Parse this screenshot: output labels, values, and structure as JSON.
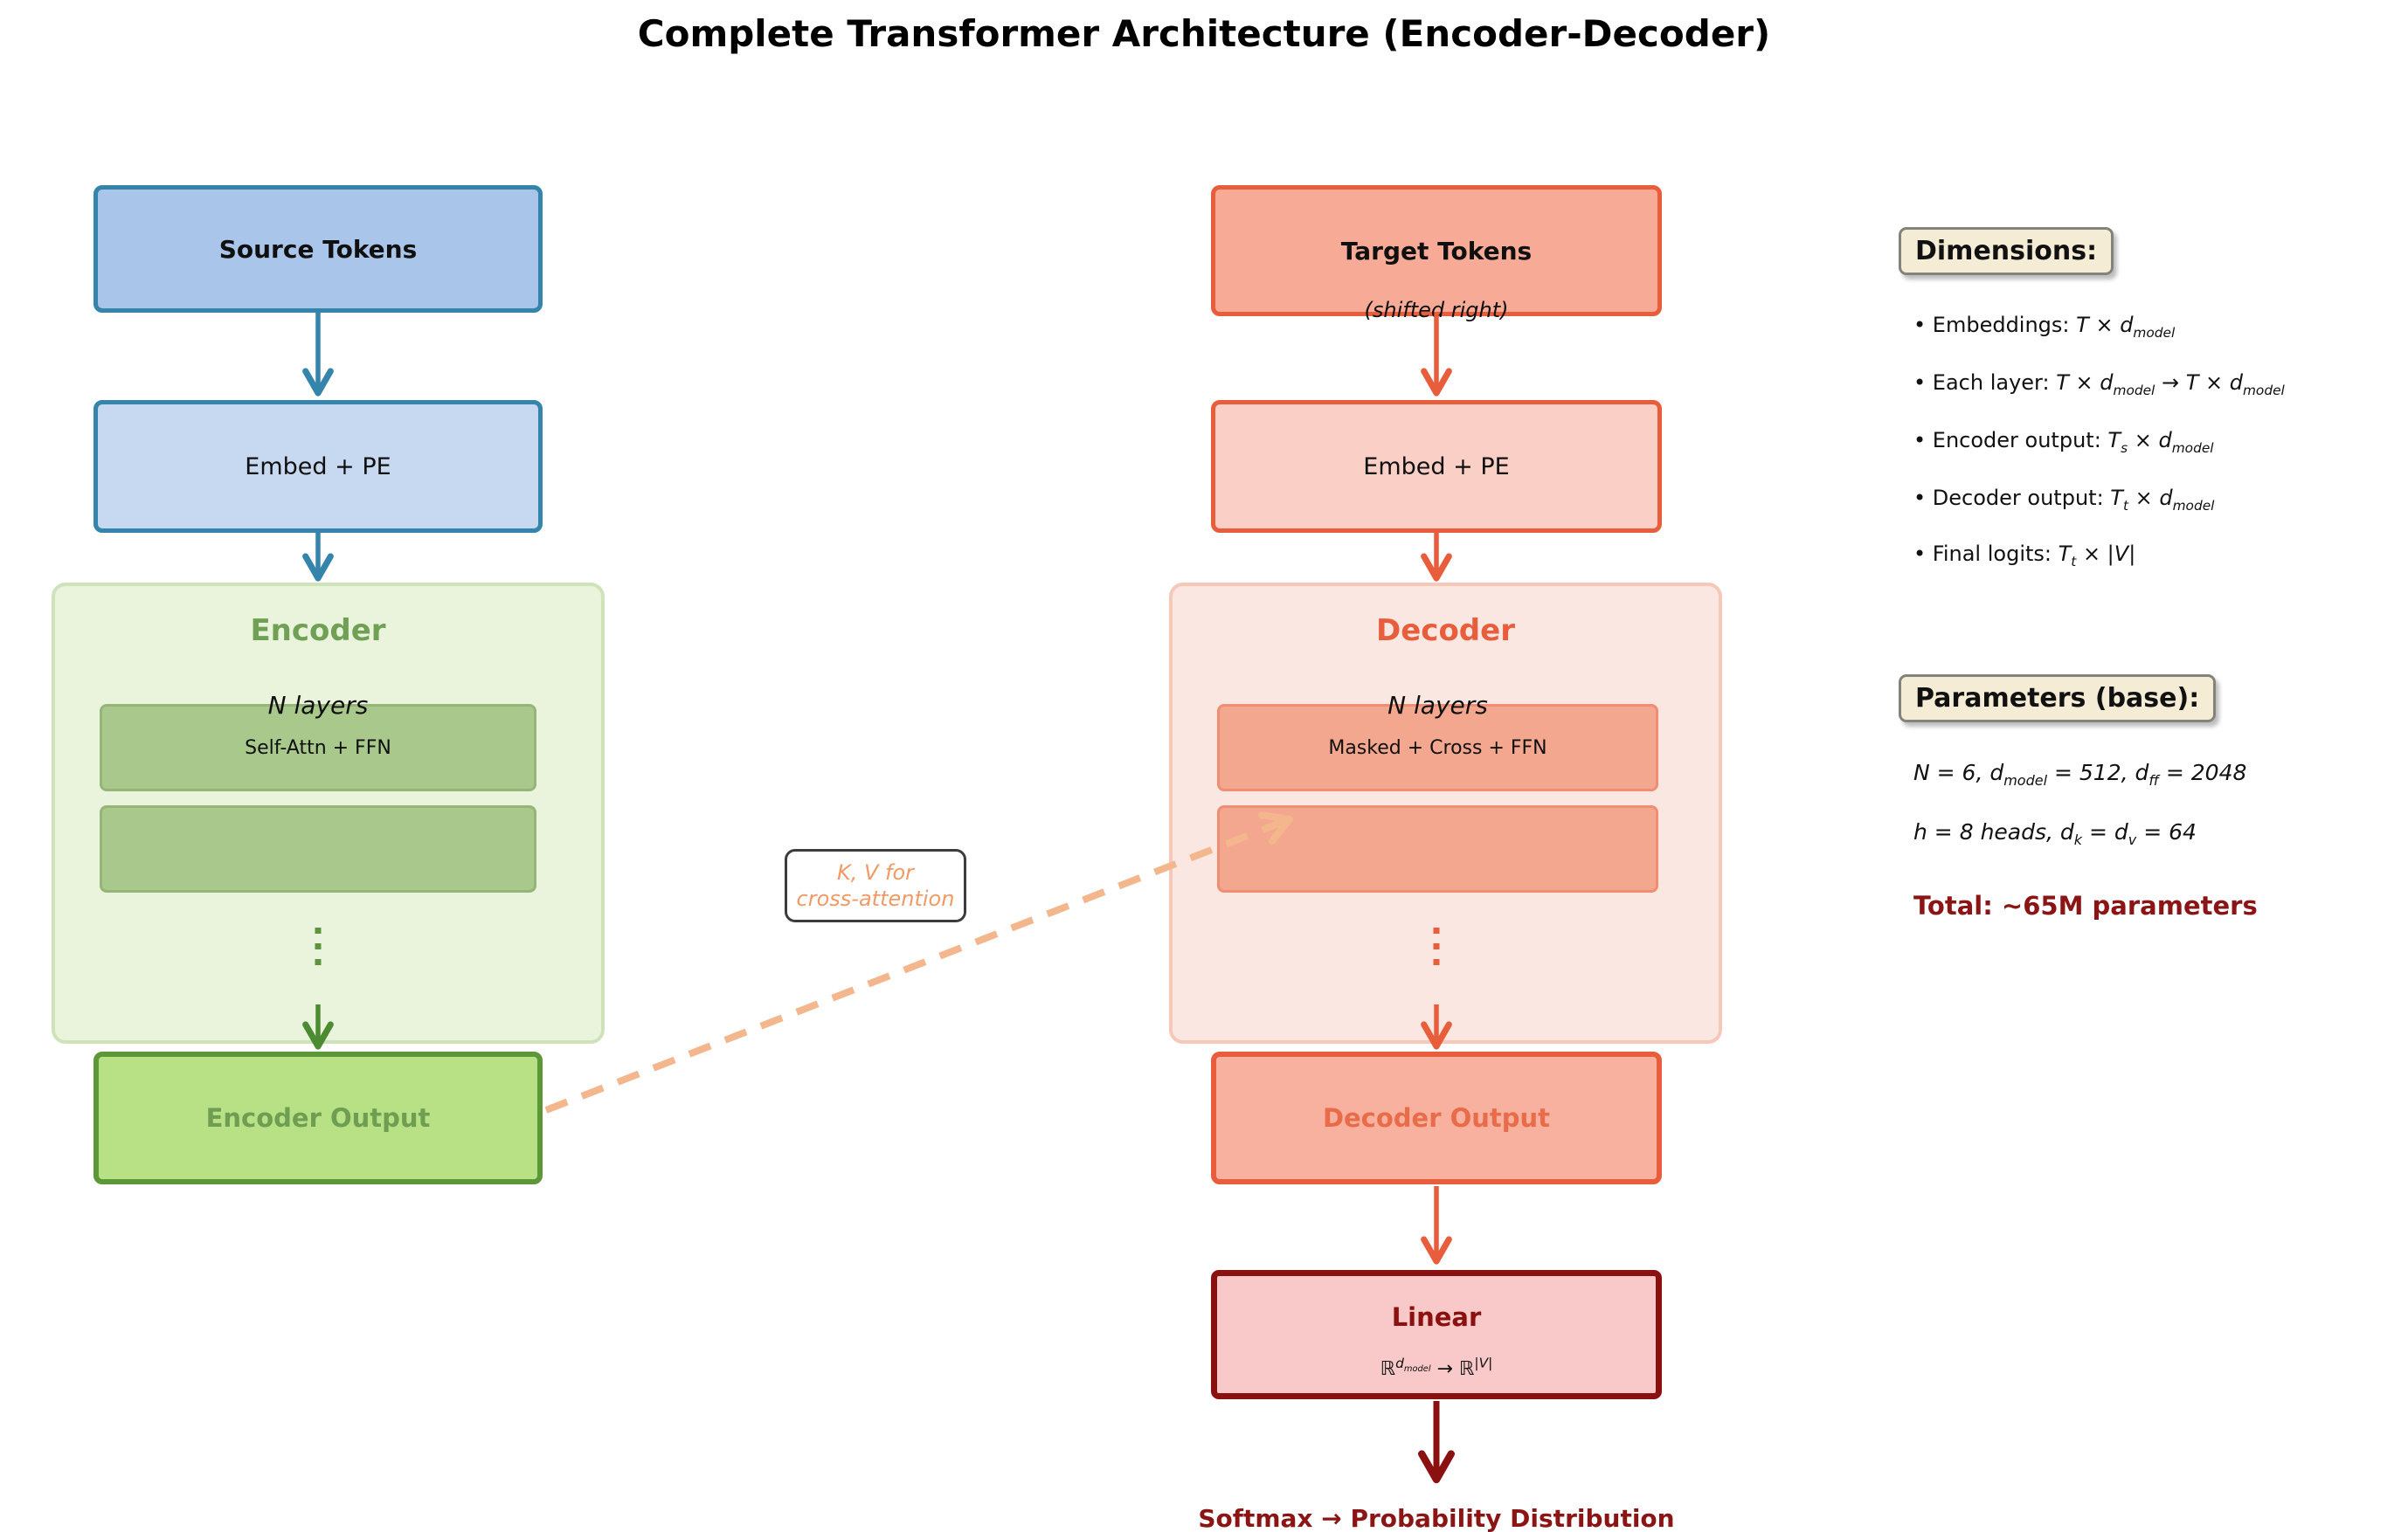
{
  "title": "Complete Transformer Architecture (Encoder-Decoder)",
  "palette": {
    "blue_accent": "#3584ab",
    "blue_fill": "#a9c6ea",
    "blue_fill_light": "#c6d9f1",
    "green_container": "#eaf4dd",
    "green_layer": "#a9c88b",
    "green_output": "#b7e184",
    "green_accent": "#5d9838",
    "orange_accent": "#e85d3b",
    "salmon_fill": "#f7ab96",
    "salmon_fill_light": "#f9cfc6",
    "pink_container": "#fbe7e1",
    "dark_red": "#8b1010",
    "peach_dashed_arrow": "#f4b78d",
    "cream_panel": "#f5ecd6"
  },
  "encoder_column": {
    "source_tokens_label": "Source Tokens",
    "embed_label": "Embed + PE",
    "container_title": "Encoder",
    "n_layers_label": "N layers",
    "layer_box_label": "Self-Attn + FFN",
    "output_label": "Encoder Output"
  },
  "decoder_column": {
    "target_tokens_label": "Target Tokens",
    "shifted_note": "(shifted right)",
    "embed_label": "Embed + PE",
    "container_title": "Decoder",
    "n_layers_label": "N layers",
    "layer_box_label": "Masked + Cross + FFN",
    "output_label": "Decoder Output",
    "linear_label": "Linear",
    "linear_mapping_html": "ℝ<sup><i>d<sub>model</sub></i></sup> → ℝ<sup>|<i>V</i>|</sup>",
    "softmax_note": "Softmax → Probability Distribution"
  },
  "cross_attention_label": {
    "line1": "K, V for",
    "line2": "cross-attention"
  },
  "dimensions_panel": {
    "header": "Dimensions:",
    "items_html": [
      "• Embeddings: <i>T</i> × <i>d<sub>model</sub></i>",
      "• Each layer: <i>T</i> × <i>d<sub>model</sub></i> → <i>T</i> × <i>d<sub>model</sub></i>",
      "• Encoder output: <i>T<sub>s</sub></i> × <i>d<sub>model</sub></i>",
      "• Decoder output: <i>T<sub>t</sub></i> × <i>d<sub>model</sub></i>",
      "• Final logits: <i>T<sub>t</sub></i> × |<i>V</i>|"
    ]
  },
  "parameters_panel": {
    "header": "Parameters (base):",
    "lines_html": [
      "<i>N</i> = 6, <i>d<sub>model</sub></i> = 512, <i>d<sub>ff</sub></i> = 2048",
      "<i>h</i> = 8 <i>heads</i>, <i>d<sub>k</sub></i> = <i>d<sub>v</sub></i> = 64"
    ],
    "total": "Total: ~65M parameters"
  }
}
